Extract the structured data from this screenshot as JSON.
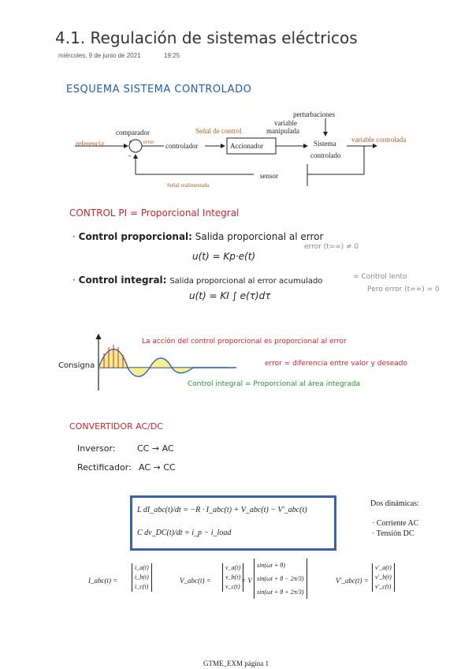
{
  "header": {
    "title": "4.1. Regulación de sistemas eléctricos",
    "date": "miércoles, 9 de junio de 2021",
    "time": "19:25"
  },
  "section1": {
    "heading": "ESQUEMA SISTEMA CONTROLADO",
    "diagram": {
      "perturbaciones": "perturbaciones",
      "comparador": "comparador",
      "senal_control": "Señal de control",
      "variable_manipulada_1": "variable",
      "variable_manipulada_2": "manipulada",
      "referencia": "referencia",
      "error": "error",
      "controlador": "controlador",
      "accionador": "Accionador",
      "sistema_1": "Sistema",
      "sistema_2": "controlado",
      "variable_controlada": "variable controlada",
      "sensor": "sensor",
      "senal_realimentada": "Señal realimentada",
      "plus": "+",
      "minus": "-"
    }
  },
  "section2": {
    "heading": "CONTROL PI = Proporcional Integral",
    "prop_label": "Control proporcional:",
    "prop_text": "Salida proporcional al error",
    "prop_formula": "u(t) = Kp·e(t)",
    "prop_note": "error (t=∞) ≠ 0",
    "int_label": "Control integral:",
    "int_text": "Salida proporcional al error acumulado",
    "int_note_1": "= Control lento",
    "int_note_2": "Pero error (t=∞) = 0",
    "int_formula": "u(t) = KI ∫ e(τ)dτ",
    "graph": {
      "consigna": "Consigna",
      "annotation_red": "La acción del control proporcional es proporcional al error",
      "annotation_error": "error = diferencia entre valor y deseado",
      "annotation_green": "Control integral = Proporcional al área integrada"
    }
  },
  "section3": {
    "heading": "CONVERTIDOR AC/DC",
    "inversor": "Inversor:",
    "inversor_val": "CC → AC",
    "rectificador": "Rectificador:",
    "rectificador_val": "AC → CC",
    "eq1": "L dI_abc(t)/dt = −R · I_abc(t) + V_abc(t) − V'_abc(t)",
    "eq2": "C dv_DC(t)/dt = i_p − i_load",
    "dinamicas_title": "Dos dinámicas:",
    "dinamica_1": "Corriente AC",
    "dinamica_2": "Tensión DC",
    "iabc_label": "I_abc(t) =",
    "vabc_label": "V_abc(t) =",
    "vabc_eq": "= V",
    "vpabc_label": "V'_abc(t) =",
    "i_vec": [
      "i_a(t)",
      "i_b(t)",
      "i_c(t)"
    ],
    "v_vec": [
      "v_a(t)",
      "v_b(t)",
      "v_c(t)"
    ],
    "sin_vec": [
      "sin(ωt + θ)",
      "sin(ωt + θ − 2π/3)",
      "sin(ωt + θ + 2π/3)"
    ],
    "vp_vec": [
      "v'_a(t)",
      "v'_b(t)",
      "v'_c(t)"
    ]
  },
  "footer": {
    "text": "GTME_EXM página 1"
  },
  "colors": {
    "heading_blue": "#1f5dbd",
    "heading_red": "#d4252a",
    "green": "#2f8f3a",
    "box_blue": "#3a62a8"
  }
}
